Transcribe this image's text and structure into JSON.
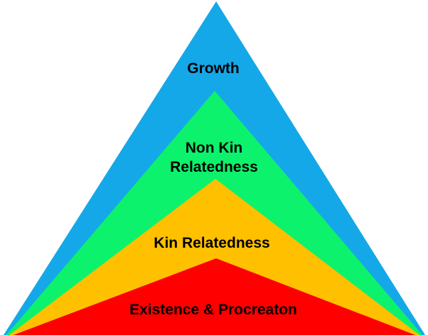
{
  "diagram": {
    "type": "nested-pyramid",
    "background_color": "#FFFFFF",
    "text_color": "#000000",
    "layers": [
      {
        "id": "growth",
        "label": "Growth",
        "color": "#15A8E8",
        "position": "top"
      },
      {
        "id": "non-kin-relatedness",
        "label": "Non Kin Relatedness",
        "label_line1": "Non Kin",
        "label_line2": "Relatedness",
        "color": "#0DF26C",
        "position": "second"
      },
      {
        "id": "kin-relatedness",
        "label": "Kin Relatedness",
        "color": "#FFC000",
        "position": "third"
      },
      {
        "id": "existence-procreation",
        "label": "Existence & Procreaton",
        "color": "#FF0000",
        "position": "bottom"
      }
    ]
  }
}
